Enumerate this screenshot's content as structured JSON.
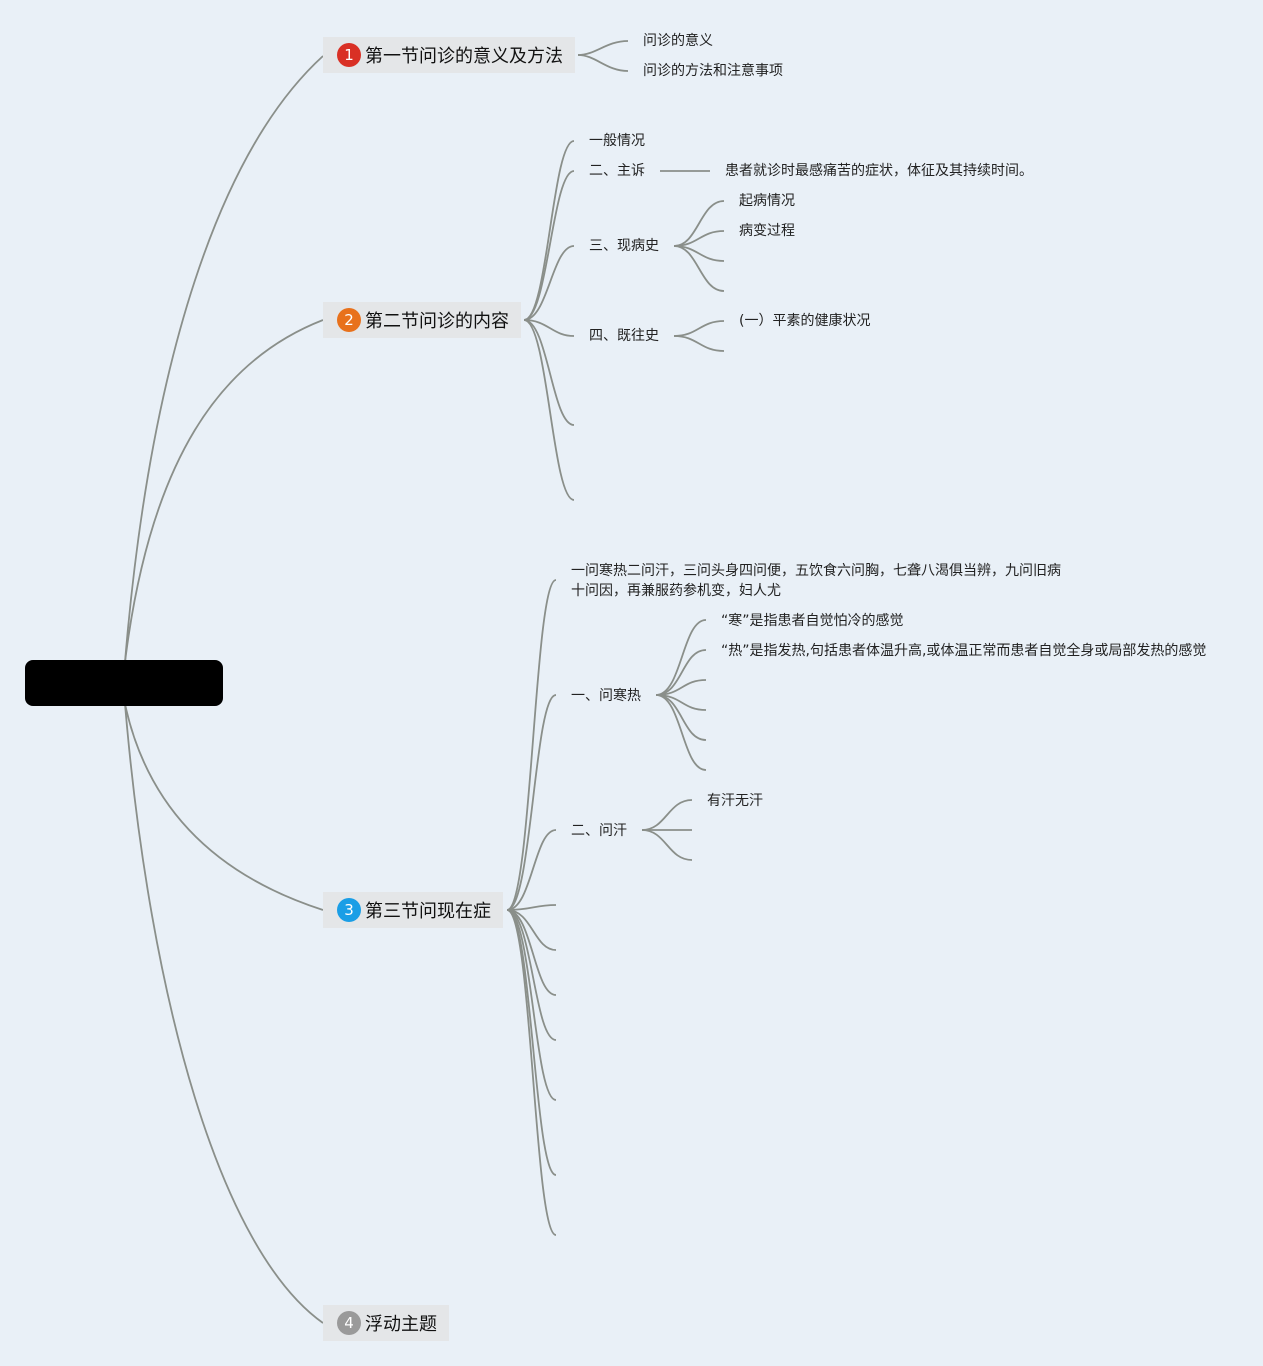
{
  "colors": {
    "background": "#e9f0f7",
    "line": "#8a8f8a",
    "topic_bg": "#e4e6e8",
    "badge_1": "#d93025",
    "badge_2": "#e8711c",
    "badge_3": "#1a9ee6",
    "badge_4": "#9a9a9a"
  },
  "topics": [
    {
      "badge": "1",
      "label": "第一节问诊的意义及方法"
    },
    {
      "badge": "2",
      "label": "第二节问诊的内容"
    },
    {
      "badge": "3",
      "label": "第三节问现在症"
    },
    {
      "badge": "4",
      "label": "浮动主题"
    }
  ],
  "t1": {
    "meaning": "问诊的意义",
    "method": "问诊的方法和注意事项"
  },
  "t2": {
    "general": "一般情况",
    "complaint": "二、主诉",
    "complaint_def": "患者就诊时最感痛苦的症状，体征及其持续时间。",
    "present": "三、现病史",
    "onset": "起病情况",
    "course": "病变过程",
    "past": "四、既往史",
    "health": "(一）平素的健康状况"
  },
  "t3": {
    "verse_line1": "一问寒热二问汗，三问头身四问便，五饮食六问胸，七聋八渴俱当辨，九问旧病",
    "verse_line2": "十问因，再兼服药参机变，妇人尤",
    "cold_heat": "一、问寒热",
    "cold_def": "“寒”是指患者自觉怕冷的感觉",
    "heat_def": "“热”是指发热,句括患者体温升高,或体温正常而患者自觉全身或局部发热的感觉",
    "sweat": "二、问汗",
    "sweat_yes_no": "有汗无汗"
  }
}
